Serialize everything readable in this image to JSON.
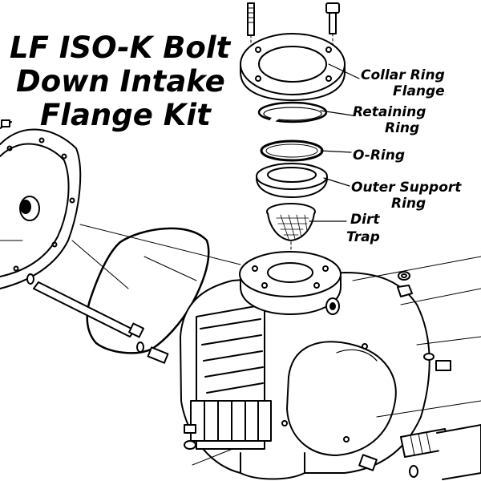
{
  "title": {
    "lines": [
      "LF ISO-K Bolt",
      "Down Intake",
      "Flange Kit"
    ]
  },
  "labels": {
    "collar_ring_flange": [
      "Collar Ring",
      "Flange"
    ],
    "retaining_ring": [
      "Retaining",
      "Ring"
    ],
    "o_ring": [
      "O-Ring"
    ],
    "outer_support_ring": [
      "Outer Support",
      "Ring"
    ],
    "dirt_trap": [
      "Dirt",
      "Trap"
    ]
  },
  "colors": {
    "ink": "#000000",
    "background": "#ffffff"
  }
}
